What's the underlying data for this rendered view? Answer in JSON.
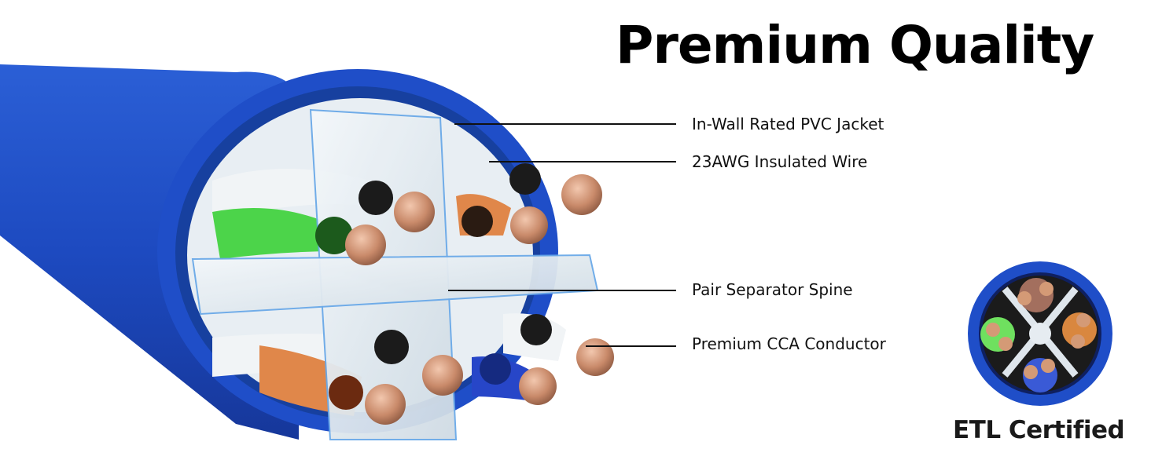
{
  "title": "Premium Quality",
  "callouts": [
    {
      "label": "In-Wall Rated PVC Jacket"
    },
    {
      "label": "23AWG Insulated Wire"
    },
    {
      "label": "Pair Separator Spine"
    },
    {
      "label": "Premium CCA Conductor"
    }
  ],
  "badge": {
    "label": "ETL Certified"
  },
  "colors": {
    "jacket": "#1f4fc1",
    "jacket_dark": "#163a99",
    "copper": "#c98a6a",
    "green_pair": "#4cd44a",
    "orange_pair": "#e0874a",
    "brown_pair": "#b07d6a",
    "blue_pair": "#2746c8",
    "insulation": "#e9eef2",
    "spine": "#dfe8ee"
  },
  "icons": [
    "cable-cross-section-illustration",
    "cable-end-view-icon"
  ]
}
